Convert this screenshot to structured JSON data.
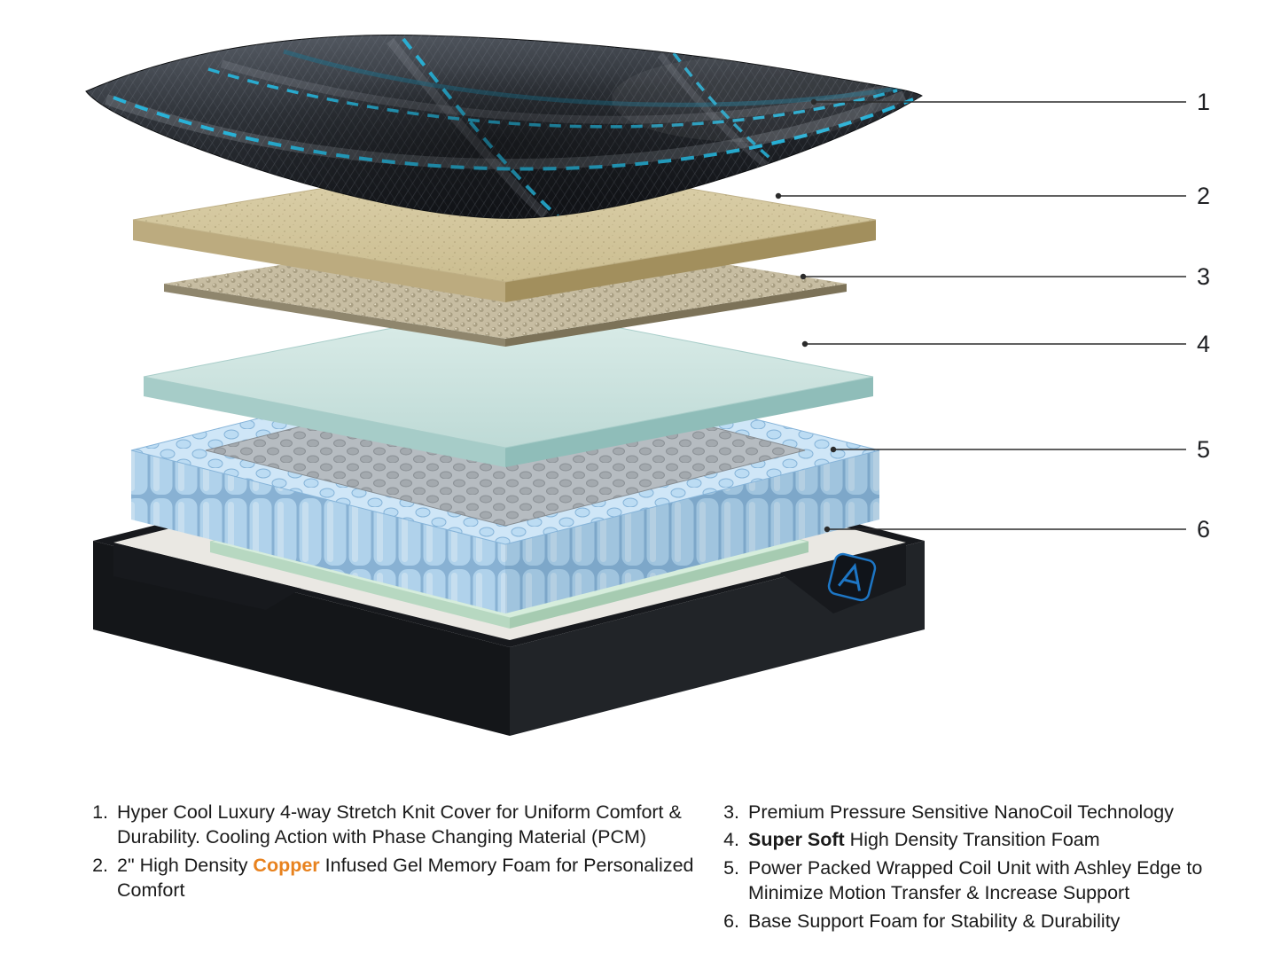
{
  "diagram": {
    "layers": [
      {
        "id": 1,
        "name": "stretch-knit-cover"
      },
      {
        "id": 2,
        "name": "copper-gel-memory-foam"
      },
      {
        "id": 3,
        "name": "nanocoil-layer"
      },
      {
        "id": 4,
        "name": "transition-foam"
      },
      {
        "id": 5,
        "name": "wrapped-coil-unit"
      },
      {
        "id": 6,
        "name": "base-support-foam"
      }
    ],
    "colors": {
      "copper_accent": "#E8821E",
      "cover_dark": "#2E3238",
      "cover_plaid_blue": "#27B7DE",
      "memory_foam_tan": "#D9CDA6",
      "nanocoil_tan": "#C7BDA2",
      "transition_foam_teal": "#D2E6E2",
      "coil_blue": "#BADBF2",
      "coil_center_gray": "#A3A9AE",
      "base_dark": "#17191D",
      "base_rim_white": "#EAE8E3",
      "base_foam_green": "#D6EDDC",
      "logo_blue": "#1D76C5"
    }
  },
  "callouts": [
    {
      "num": "1"
    },
    {
      "num": "2"
    },
    {
      "num": "3"
    },
    {
      "num": "4"
    },
    {
      "num": "5"
    },
    {
      "num": "6"
    }
  ],
  "legend": {
    "left": [
      {
        "num": "1.",
        "text": "Hyper Cool Luxury 4-way Stretch Knit Cover for Uniform Comfort & Durability. Cooling Action with Phase Changing Material (PCM)"
      },
      {
        "num": "2.",
        "pre": "2\" High Density ",
        "em": "Copper",
        "post": " Infused Gel Memory Foam for Personalized Comfort"
      }
    ],
    "right": [
      {
        "num": "3.",
        "text": "Premium Pressure Sensitive NanoCoil Technology"
      },
      {
        "num": "4.",
        "em": "Super Soft",
        "post": " High Density Transition Foam"
      },
      {
        "num": "5.",
        "text": "Power Packed Wrapped Coil Unit with Ashley Edge to Minimize Motion Transfer & Increase Support"
      },
      {
        "num": "6.",
        "text": "Base Support Foam for Stability & Durability"
      }
    ]
  }
}
